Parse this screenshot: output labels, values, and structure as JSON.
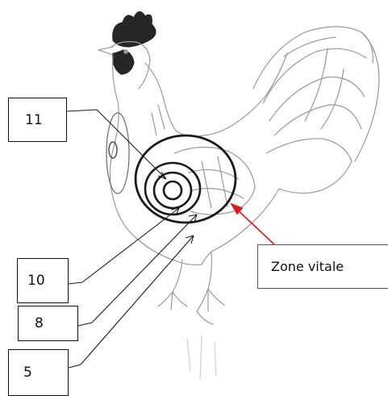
{
  "labels": {
    "ring_11": "11",
    "ring_10": "10",
    "ring_8": "8",
    "ring_5": "5",
    "zone": "Zone vitale"
  },
  "colors": {
    "sketch": "#9a9a9a",
    "ink": "#1a1a1a",
    "comb": "#262626",
    "accent": "#e01818"
  }
}
